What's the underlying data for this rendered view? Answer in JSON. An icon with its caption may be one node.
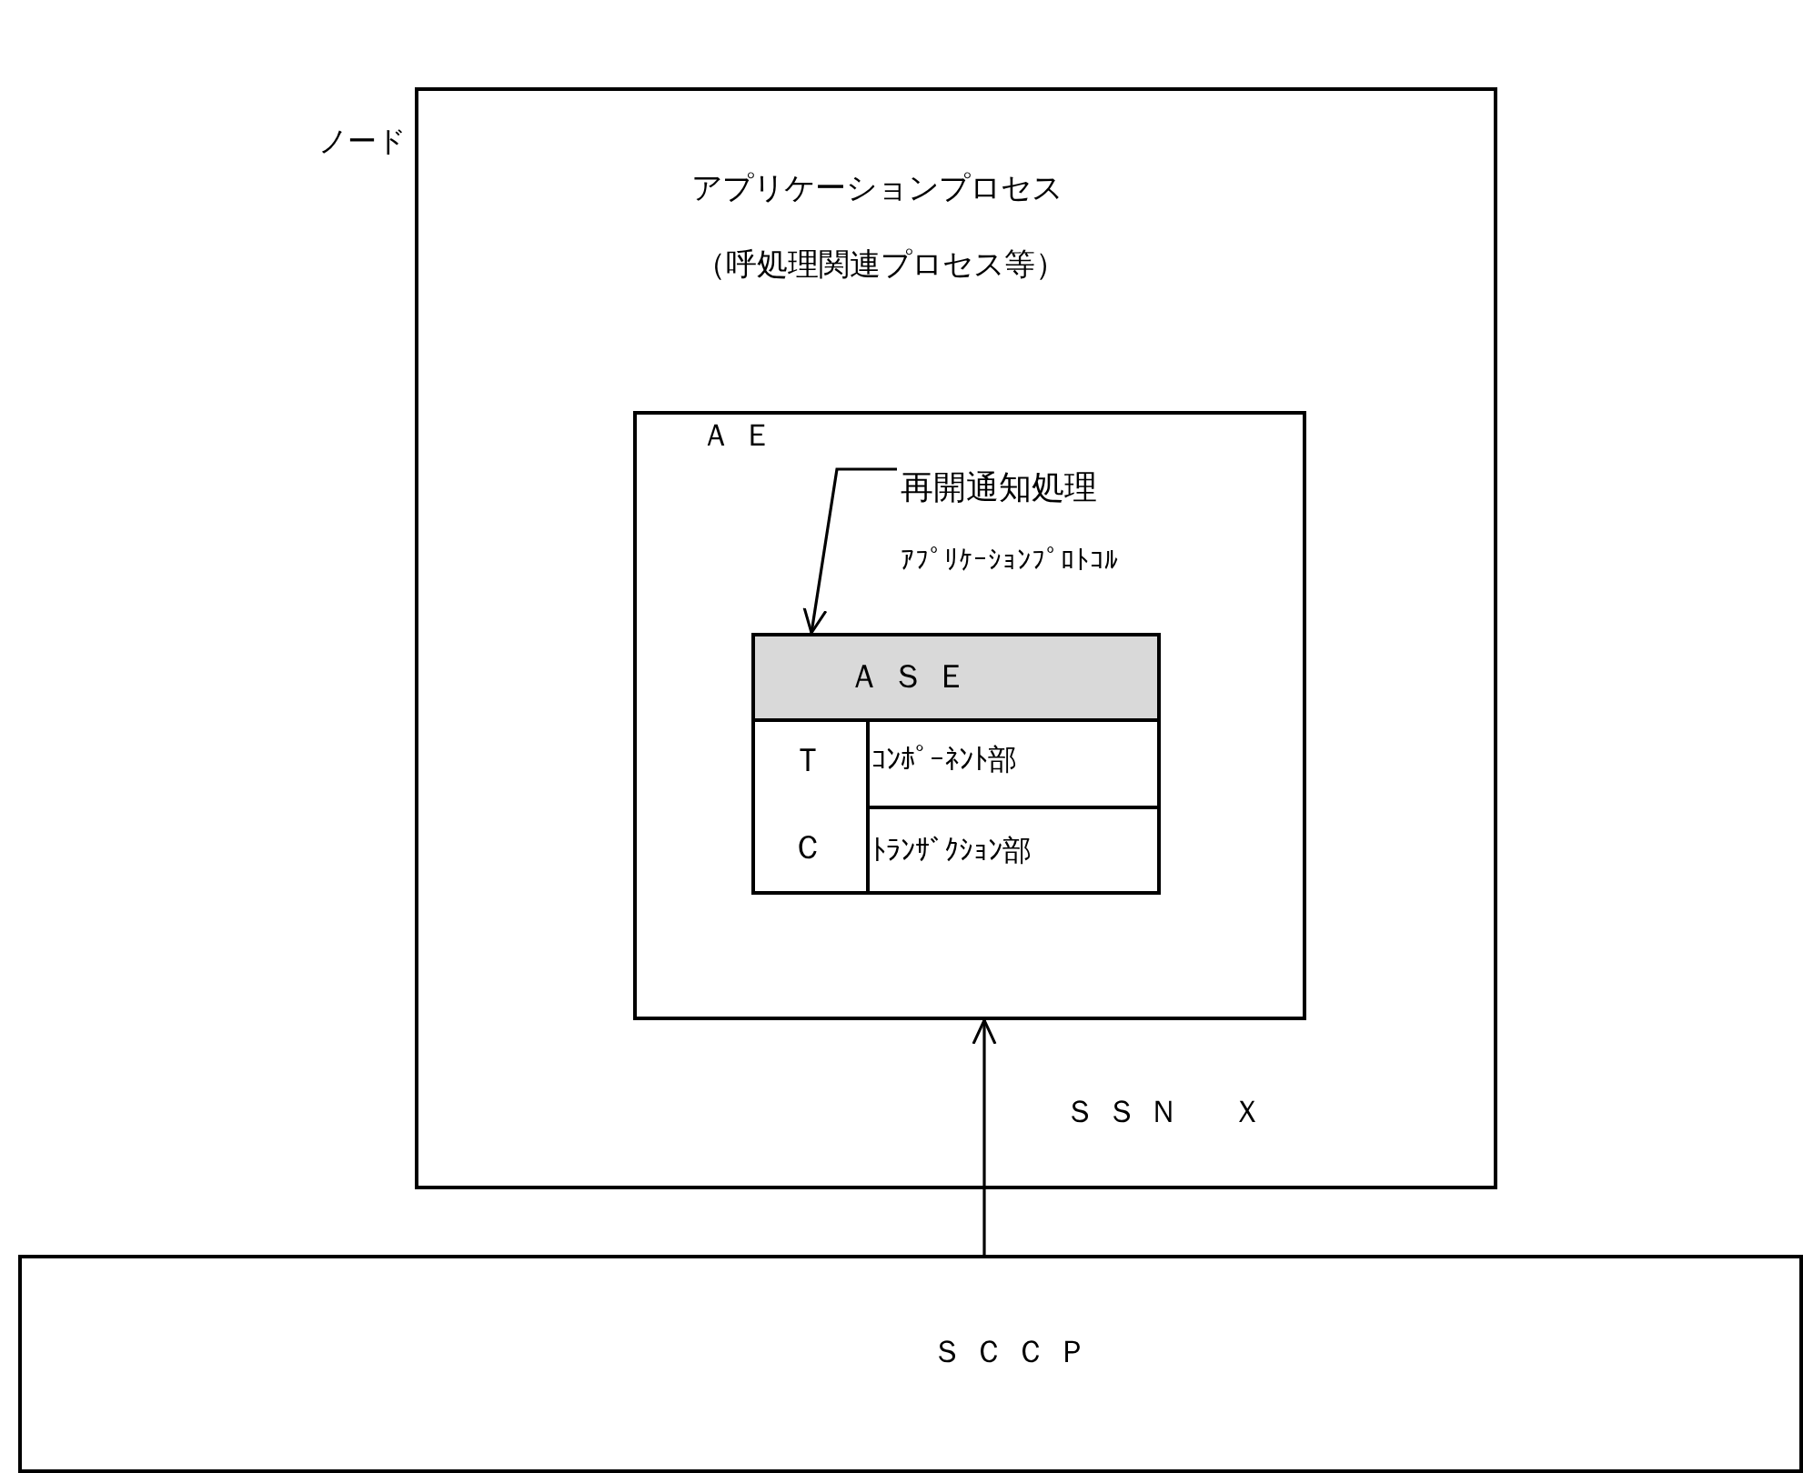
{
  "diagram": {
    "nodes": [
      {
        "text": [
          "ノード",
          "アプリケーションプロセス",
          "（呼処理関連プロセス等）"
        ]
      },
      {
        "text": [
          "ＡＥ"
        ],
        "in": 0
      },
      {
        "text": [
          "ＡＳＥ"
        ],
        "in": 1
      },
      {
        "text": [
          "Ｔ",
          "Ｃ"
        ],
        "in": 2
      },
      {
        "text": [
          "ｺﾝﾎﾟｰﾈﾝﾄ部"
        ],
        "in": 2
      },
      {
        "text": [
          "ﾄﾗﾝｻﾞｸｼｮﾝ部"
        ],
        "in": 2
      },
      {
        "text": [
          "再開通知処理",
          "ｱﾌﾟﾘｹｰｼｮﾝﾌﾟﾛﾄｺﾙ"
        ],
        "in": 1
      },
      {
        "text": [
          "ＳＣＣＰ"
        ]
      }
    ],
    "edges": [
      {
        "from": 6,
        "to": 2,
        "arrow": "to"
      },
      {
        "from": 7,
        "to": 1,
        "arrow": "to",
        "label": "ＳＳＮ　Ｘ"
      }
    ]
  }
}
